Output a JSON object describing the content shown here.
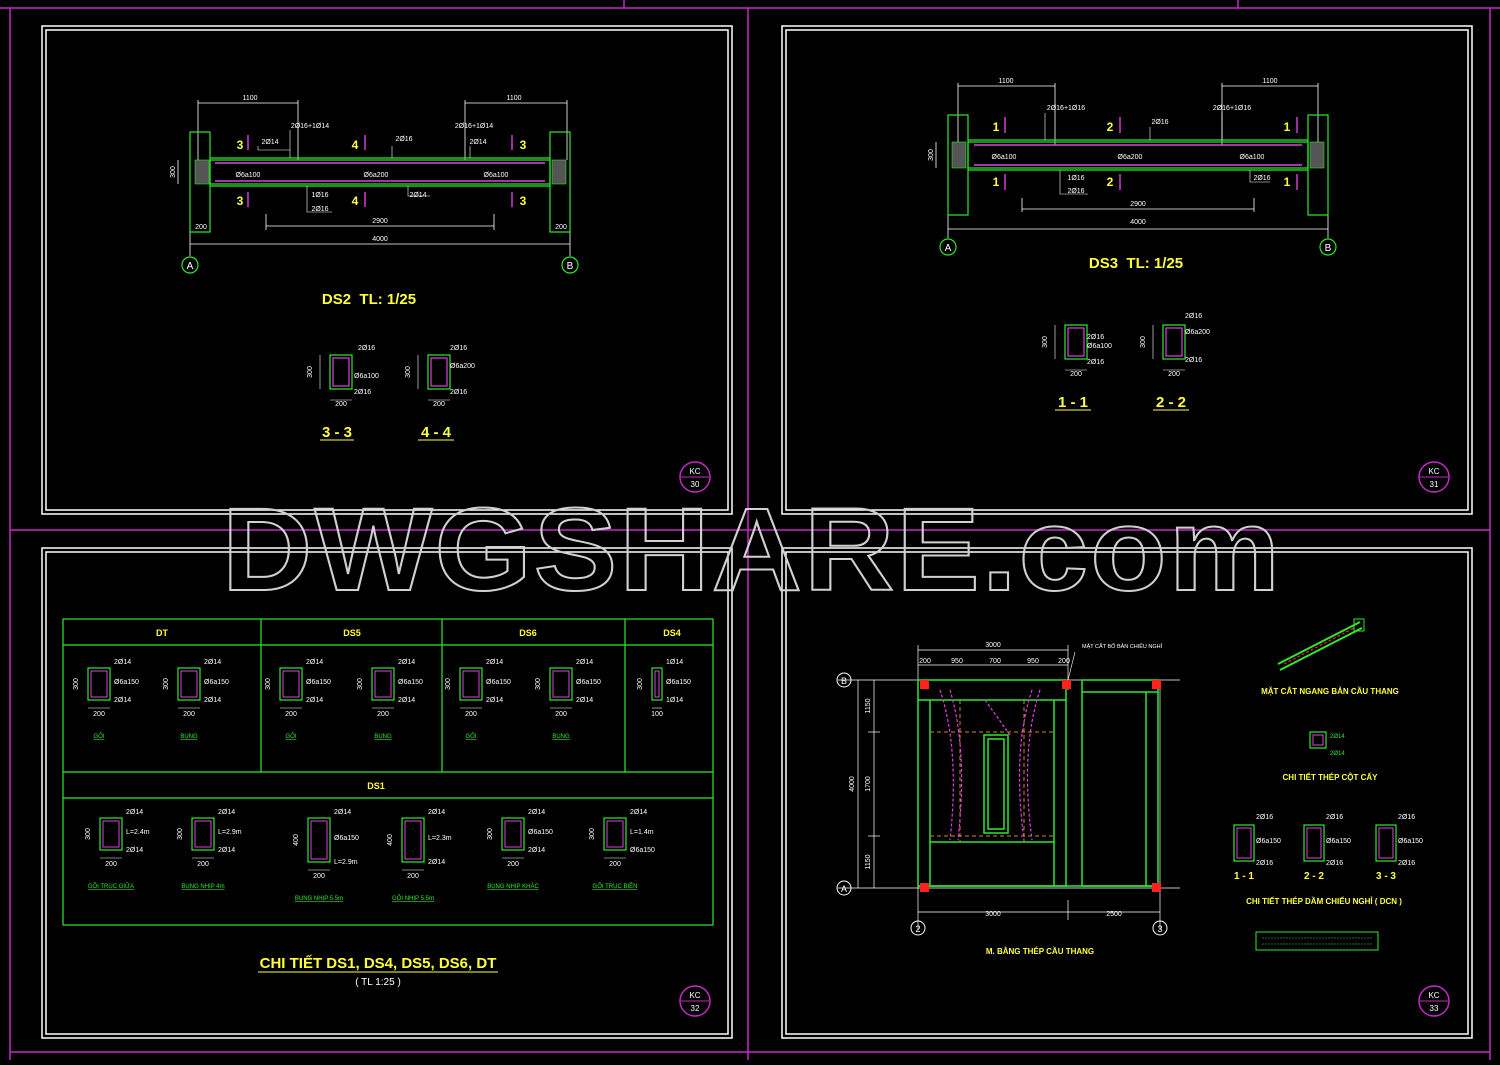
{
  "watermark": "DWGSHARE.com",
  "colors": {
    "frame": "#c42bc4",
    "border": "#ffffff",
    "line": "#2ee82e",
    "title": "#ffff3a",
    "rebar": "#e040e0",
    "red": "#ff2020",
    "orange": "#d08a20"
  },
  "sheet1": {
    "title": "DS2  TL: 1/25",
    "sheet_no": "30",
    "stamp": "KC",
    "dim_left": "1100",
    "dim_right": "1100",
    "span_inner": "2900",
    "span_total": "4000",
    "depth": "300",
    "axis_a": "A",
    "axis_b": "B",
    "cut_3": "3",
    "cut_4": "4",
    "rebar_top_l": "2Ø14",
    "rebar_top_lm": "2Ø16+1Ø14",
    "rebar_top_m": "2Ø16",
    "rebar_top_rm": "2Ø16+1Ø14",
    "rebar_top_r": "2Ø14",
    "stirrup_l": "Ø6a100",
    "stirrup_m": "Ø6a200",
    "stirrup_r": "Ø6a100",
    "bot_1": "1Ø16",
    "bot_2": "2Ø16",
    "bot_3": "2Ø14",
    "col_w": "200",
    "sec_a": {
      "label": "3 - 3",
      "top": "2Ø16",
      "mid": "Ø6a100",
      "bot": "2Ø16",
      "w": "200",
      "h": "300"
    },
    "sec_b": {
      "label": "4 - 4",
      "top": "2Ø16",
      "mid": "Ø6a200",
      "bot": "2Ø16",
      "w": "200",
      "h": "300"
    }
  },
  "sheet2": {
    "title": "DS3  TL: 1/25",
    "sheet_no": "31",
    "stamp": "KC",
    "dim_left": "1100",
    "dim_right": "1100",
    "span_inner": "2900",
    "span_total": "4000",
    "depth": "300",
    "axis_a": "A",
    "axis_b": "B",
    "cut_1": "1",
    "cut_2": "2",
    "rebar_top_lm": "2Ø16+1Ø16",
    "rebar_top_m": "2Ø16",
    "rebar_top_rm": "2Ø16+1Ø16",
    "stirrup_l": "Ø6a100",
    "stirrup_m": "Ø6a200",
    "stirrup_r": "Ø6a100",
    "bot_1": "1Ø16",
    "bot_2": "2Ø16",
    "sec_a": {
      "label": "1 - 1",
      "top": "2Ø16",
      "mid": "Ø6a100",
      "bot": "2Ø16",
      "w": "200",
      "h": "300"
    },
    "sec_b": {
      "label": "2 - 2",
      "top": "2Ø16",
      "mid": "Ø6a200",
      "bot": "2Ø16",
      "w": "200",
      "h": "300"
    }
  },
  "sheet3": {
    "title": "CHI TIẾT DS1, DS4, DS5, DS6, DT",
    "subtitle": "( TL 1:25 )",
    "sheet_no": "32",
    "stamp": "KC",
    "headers": [
      "DT",
      "DS5",
      "DS6",
      "DS4"
    ],
    "ds1_header": "DS1",
    "row1": [
      {
        "top": "2Ø14",
        "mid": "Ø6a150",
        "bot": "2Ø14",
        "w": "200",
        "h": "300",
        "cap": "GỐI"
      },
      {
        "top": "2Ø14",
        "mid": "Ø6a150",
        "bot": "2Ø14",
        "w": "200",
        "h": "300",
        "cap": "BỤNG"
      },
      {
        "top": "2Ø14",
        "mid": "Ø6a150",
        "bot": "2Ø14",
        "w": "200",
        "h": "300",
        "cap": "GỐI"
      },
      {
        "top": "2Ø14",
        "mid": "Ø6a150",
        "bot": "2Ø14",
        "w": "200",
        "h": "300",
        "cap": "BỤNG"
      },
      {
        "top": "2Ø14",
        "mid": "Ø6a150",
        "bot": "2Ø14",
        "w": "200",
        "h": "300",
        "cap": "GỐI"
      },
      {
        "top": "2Ø14",
        "mid": "Ø6a150",
        "bot": "2Ø14",
        "w": "200",
        "h": "300",
        "cap": "BỤNG"
      },
      {
        "top": "1Ø14",
        "mid": "Ø6a150",
        "bot": "1Ø14",
        "w": "100",
        "h": "300",
        "cap": ""
      }
    ],
    "row2": [
      {
        "top": "2Ø14",
        "mid": "L=2.4m",
        "bot": "2Ø14",
        "w": "200",
        "h": "300",
        "cap": "GỐI TRỤC GIỮA"
      },
      {
        "top": "2Ø14",
        "mid": "L=2.9m",
        "bot": "2Ø14",
        "w": "200",
        "h": "300",
        "cap": "BỤNG NHỊP 4m"
      },
      {
        "top": "2Ø14",
        "mid": "Ø6a150",
        "bot": "L=2.9m",
        "w": "200",
        "h": "400",
        "cap": "BỤNG NHỊP 5.5m"
      },
      {
        "top": "2Ø14",
        "mid": "L=2.3m",
        "bot": "2Ø14",
        "w": "200",
        "h": "400",
        "cap": "GỐI NHỊP 5.5m"
      },
      {
        "top": "2Ø14",
        "mid": "Ø6a150",
        "bot": "2Ø14",
        "w": "200",
        "h": "300",
        "cap": "BỤNG NHỊP KHÁC"
      },
      {
        "top": "2Ø14",
        "mid": "L=1.4m",
        "bot": "Ø6a150",
        "w": "200",
        "h": "300",
        "cap": "GỐI TRỤC BIÊN"
      }
    ]
  },
  "sheet4": {
    "sheet_no": "33",
    "stamp": "KC",
    "plan_title": "M. BẰNG THÉP CẦU THANG",
    "plan_top_dim": "3000",
    "plan_sub_dims": [
      "200",
      "950",
      "700",
      "950",
      "200"
    ],
    "plan_left_dims": [
      "1150",
      "1700",
      "1150"
    ],
    "plan_left_total": "4000",
    "plan_bot_dims": [
      "3000",
      "2500"
    ],
    "axis_b": "B",
    "axis_a": "A",
    "axis_2": "2",
    "axis_3": "3",
    "cut_note": "MẶT CẮT BỐ BẢN CHIẾU NGHỈ",
    "label_cross": "MẶT CẮT NGANG BẢN CẦU THANG",
    "label_col": "CHI TIẾT THÉP CỘT CẤY",
    "label_dcn": "CHI TIẾT THÉP DẦM CHIẾU NGHỈ ( DCN )",
    "col_rebar": [
      "2Ø14",
      "2Ø14"
    ],
    "dcn": [
      {
        "label": "1 - 1",
        "top": "2Ø16",
        "mid": "Ø6a150",
        "bot": "2Ø16"
      },
      {
        "label": "2 - 2",
        "top": "2Ø16",
        "mid": "Ø6a150",
        "bot": "2Ø16"
      },
      {
        "label": "3 - 3",
        "top": "2Ø16",
        "mid": "Ø6a150",
        "bot": "2Ø16"
      }
    ]
  }
}
